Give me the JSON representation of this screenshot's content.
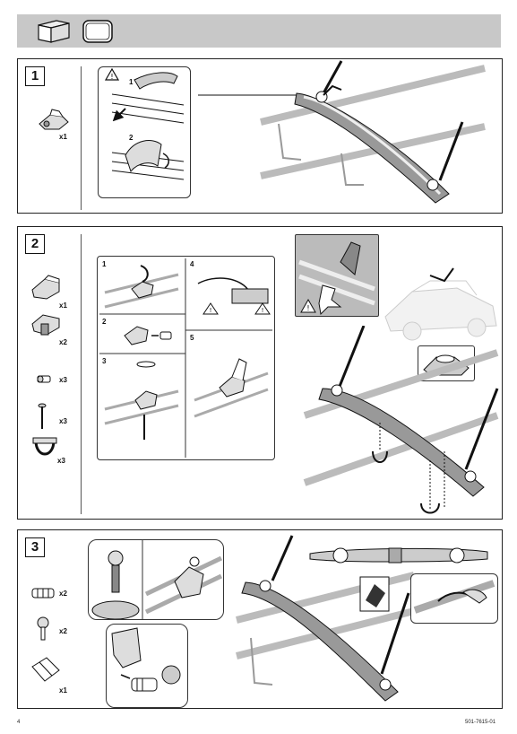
{
  "page": {
    "page_number": "4",
    "doc_code": "501-7615-01"
  },
  "step1": {
    "number": "1",
    "parts": [
      {
        "qty": "x1"
      }
    ],
    "subs": [
      "1",
      "2"
    ]
  },
  "step2": {
    "number": "2",
    "parts": [
      {
        "qty": "x1"
      },
      {
        "qty": "x2"
      },
      {
        "qty": "x3"
      },
      {
        "qty": "x3"
      },
      {
        "qty": "x3"
      }
    ],
    "subs": [
      "1",
      "2",
      "3",
      "4",
      "5"
    ]
  },
  "step3": {
    "number": "3",
    "parts": [
      {
        "qty": "x2"
      },
      {
        "qty": "x2"
      },
      {
        "qty": "x1"
      }
    ]
  }
}
